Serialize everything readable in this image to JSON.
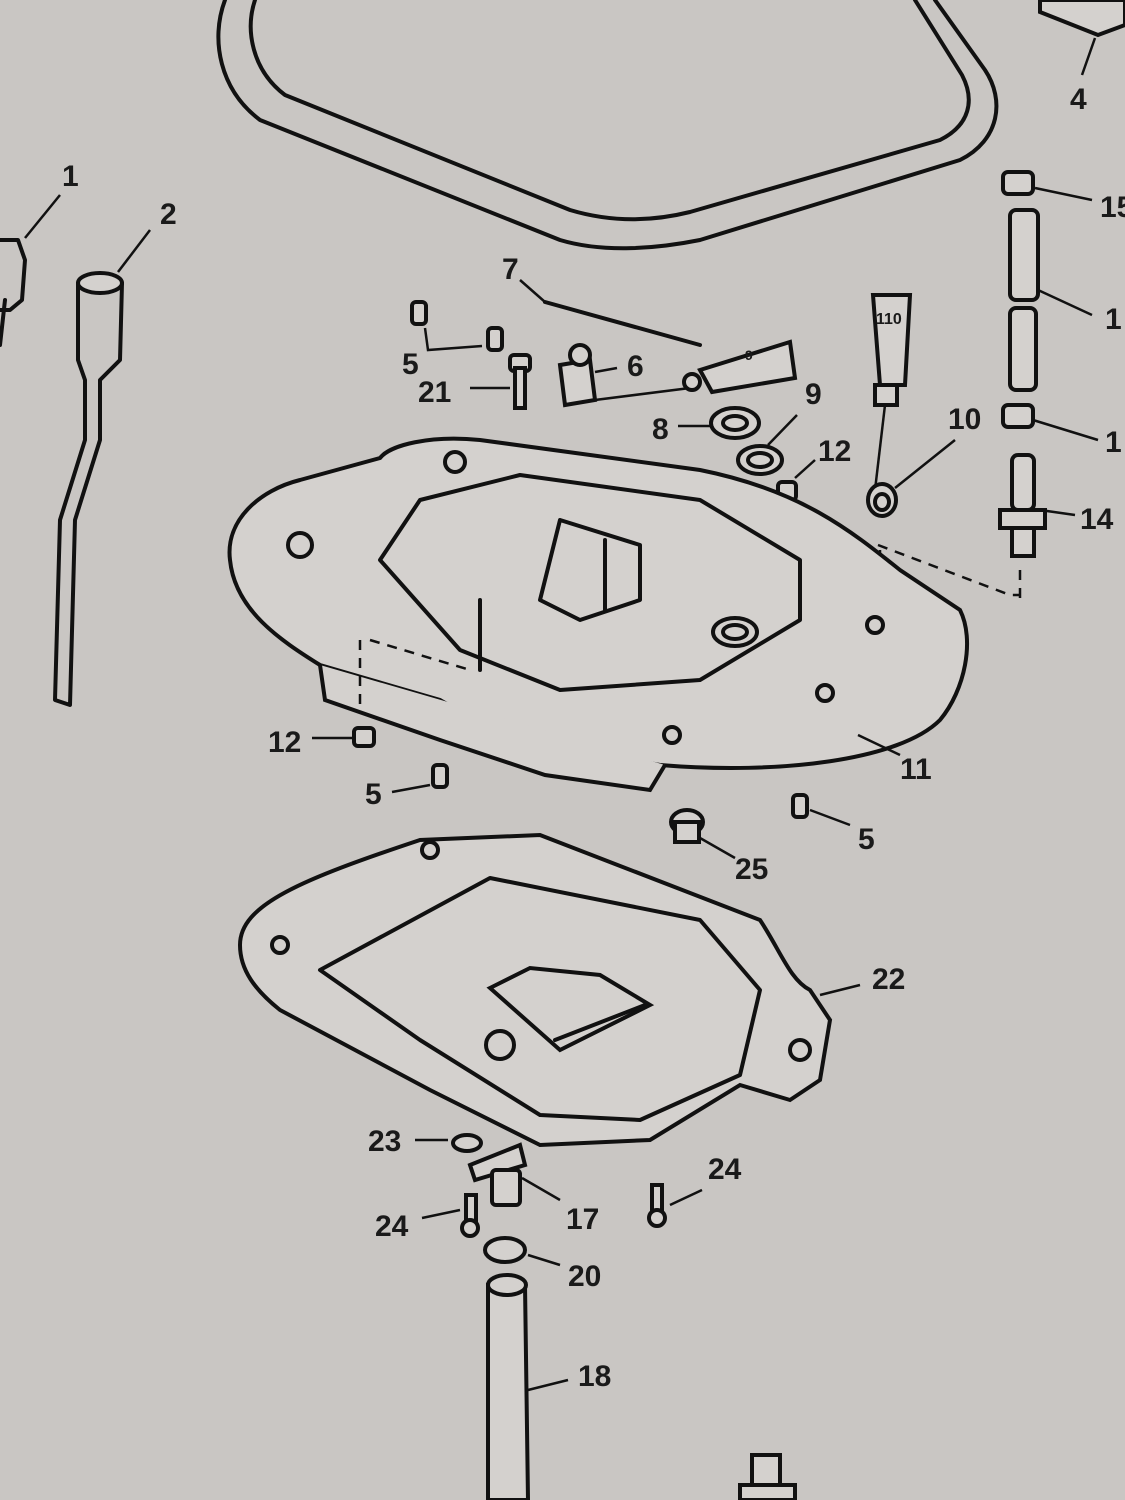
{
  "diagram": {
    "type": "exploded-parts-diagram",
    "subject": "Outboard engine oil pan / adapter plate assembly",
    "callouts": [
      {
        "id": "c1",
        "label": "1"
      },
      {
        "id": "c2",
        "label": "2"
      },
      {
        "id": "c4",
        "label": "4"
      },
      {
        "id": "c5a",
        "label": "5"
      },
      {
        "id": "c5b",
        "label": "5"
      },
      {
        "id": "c5c",
        "label": "5"
      },
      {
        "id": "c6",
        "label": "6"
      },
      {
        "id": "c7",
        "label": "7"
      },
      {
        "id": "c8",
        "label": "8"
      },
      {
        "id": "c9",
        "label": "9"
      },
      {
        "id": "c10",
        "label": "10"
      },
      {
        "id": "c11",
        "label": "11"
      },
      {
        "id": "c12a",
        "label": "12"
      },
      {
        "id": "c12b",
        "label": "12"
      },
      {
        "id": "c13a",
        "label": "1"
      },
      {
        "id": "c13b",
        "label": "1"
      },
      {
        "id": "c14",
        "label": "14"
      },
      {
        "id": "c15",
        "label": "15"
      },
      {
        "id": "c17",
        "label": "17"
      },
      {
        "id": "c18",
        "label": "18"
      },
      {
        "id": "c20",
        "label": "20"
      },
      {
        "id": "c21",
        "label": "21"
      },
      {
        "id": "c22",
        "label": "22"
      },
      {
        "id": "c23",
        "label": "23"
      },
      {
        "id": "c24a",
        "label": "24"
      },
      {
        "id": "c24b",
        "label": "24"
      },
      {
        "id": "c25",
        "label": "25"
      }
    ],
    "tube_markings": {
      "tube_9": "9",
      "tube_110": "110"
    }
  }
}
